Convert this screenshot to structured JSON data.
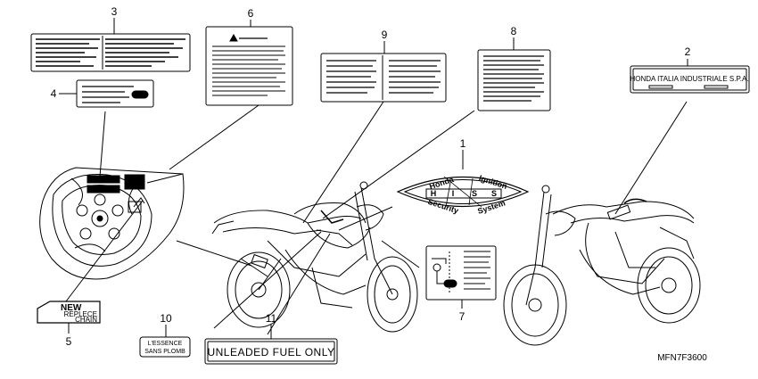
{
  "callouts": {
    "c1": "1",
    "c2": "2",
    "c3": "3",
    "c4": "4",
    "c5": "5",
    "c6": "6",
    "c7": "7",
    "c8": "8",
    "c9": "9",
    "c10": "10",
    "c11": "11"
  },
  "labels": {
    "honda_italia": "HONDA ITALIA INDUSTRIALE S.P.A.",
    "hiss_honda": "Honda",
    "hiss_ignition": "Ignition",
    "hiss_security": "Security",
    "hiss_system": "System",
    "hiss_h": "H",
    "hiss_i": "I",
    "hiss_s1": "S",
    "hiss_s2": "S",
    "chain_new": "NEW",
    "chain_replace": "REPLECE",
    "chain_chain": "CHAIN",
    "essence_line1": "L'ESSENCE",
    "essence_line2": "SANS PLOMB",
    "unleaded": "UNLEADED FUEL ONLY",
    "diagram_code": "MFN7F3600"
  }
}
